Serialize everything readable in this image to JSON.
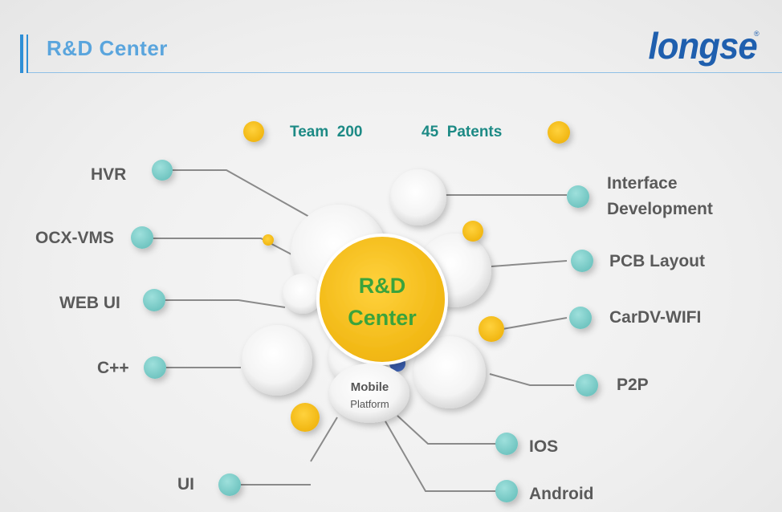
{
  "header": {
    "title": "R&D Center",
    "logo": "longse",
    "logo_mark": "®"
  },
  "stats": {
    "team": "Team  200",
    "patents": "45  Patents"
  },
  "center": {
    "line1": "R&D",
    "line2": "Center"
  },
  "mobile": {
    "title": "Mobile",
    "subtitle": "Platform"
  },
  "left_items": [
    "HVR",
    "OCX-VMS",
    "WEB UI",
    "C++",
    "UI"
  ],
  "right_items": [
    "Interface",
    "Development",
    "PCB Layout",
    "CarDV-WIFI",
    "P2P",
    "IOS",
    "Android"
  ],
  "colors": {
    "accent": "#f6be1b",
    "teal": "#7fcfcb",
    "blue": "#2f8fd6",
    "green": "#3aa33c",
    "stat_text": "#1d8a85",
    "logo": "#1f5fae"
  }
}
